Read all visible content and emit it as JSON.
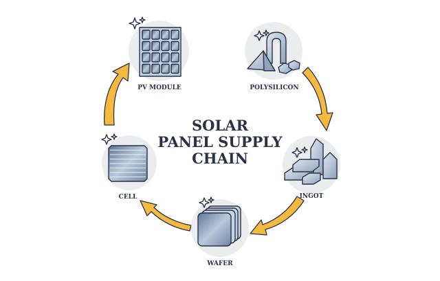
{
  "title": {
    "line1": "SOLAR",
    "line2": "PANEL SUPPLY",
    "line3": "CHAIN"
  },
  "stages": [
    {
      "label": "POLYSILICON",
      "icon": "polysilicon-icon"
    },
    {
      "label": "INGOT",
      "icon": "ingot-icon"
    },
    {
      "label": "WAFER",
      "icon": "wafer-icon"
    },
    {
      "label": "CELL",
      "icon": "cell-icon"
    },
    {
      "label": "PV MODULE",
      "icon": "pv-module-icon"
    }
  ],
  "colors": {
    "arrow": "#f6b940",
    "outline": "#2a3147",
    "circle": "#ebecee",
    "glass": "#9fb3cc"
  }
}
